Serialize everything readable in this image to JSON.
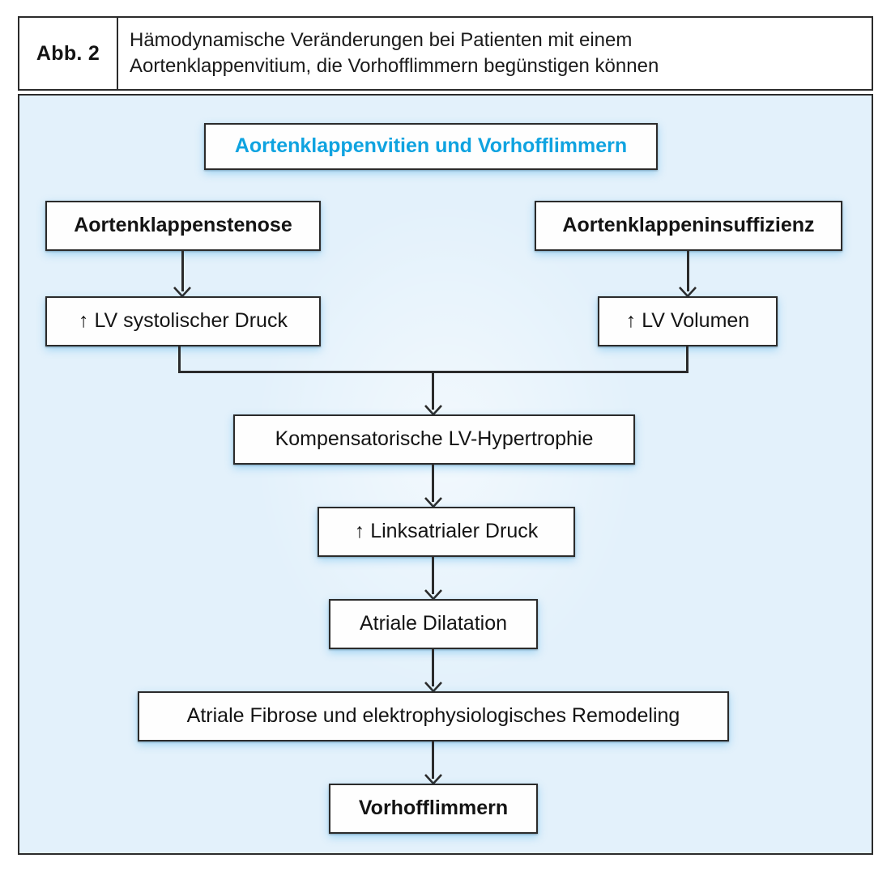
{
  "caption": {
    "label": "Abb. 2",
    "line1": "Hämodynamische Veränderungen bei Patienten mit einem",
    "line2": "Aortenklappenvitium, die Vorhofflimmern begünstigen können"
  },
  "colors": {
    "accent_blue": "#0FA3E0",
    "panel_background": "#e3f1fb",
    "box_background": "#fefefe",
    "line": "#2b2b2b",
    "text": "#141414",
    "glow": "#46afeb"
  },
  "diagram": {
    "type": "flowchart",
    "orientation": "top-to-bottom",
    "title_node": {
      "id": "title",
      "label": "Aortenklappenvitien und Vorhofflimmern",
      "style": "accent-blue-bold"
    },
    "nodes": [
      {
        "id": "stenose",
        "label": "Aortenklappenstenose",
        "style": "bold"
      },
      {
        "id": "insuffizienz",
        "label": "Aortenklappeninsuffizienz",
        "style": "bold"
      },
      {
        "id": "lv_druck",
        "label": "↑ LV systolischer Druck",
        "style": "regular"
      },
      {
        "id": "lv_volumen",
        "label": "↑ LV Volumen",
        "style": "regular"
      },
      {
        "id": "hypertrophie",
        "label": "Kompensatorische LV-Hypertrophie",
        "style": "regular"
      },
      {
        "id": "la_druck",
        "label": "↑ Linksatrialer Druck",
        "style": "regular"
      },
      {
        "id": "dilatation",
        "label": "Atriale Dilatation",
        "style": "regular"
      },
      {
        "id": "fibrose",
        "label": "Atriale Fibrose und elektrophysiologisches Remodeling",
        "style": "regular"
      },
      {
        "id": "vhf",
        "label": "Vorhofflimmern",
        "style": "bold"
      }
    ],
    "edges": [
      {
        "from": "stenose",
        "to": "lv_druck",
        "kind": "arrow"
      },
      {
        "from": "insuffizienz",
        "to": "lv_volumen",
        "kind": "arrow"
      },
      {
        "from": "lv_druck",
        "to": "hypertrophie",
        "kind": "merge-arrow"
      },
      {
        "from": "lv_volumen",
        "to": "hypertrophie",
        "kind": "merge-arrow"
      },
      {
        "from": "hypertrophie",
        "to": "la_druck",
        "kind": "arrow"
      },
      {
        "from": "la_druck",
        "to": "dilatation",
        "kind": "arrow"
      },
      {
        "from": "dilatation",
        "to": "fibrose",
        "kind": "arrow"
      },
      {
        "from": "fibrose",
        "to": "vhf",
        "kind": "arrow"
      }
    ]
  }
}
